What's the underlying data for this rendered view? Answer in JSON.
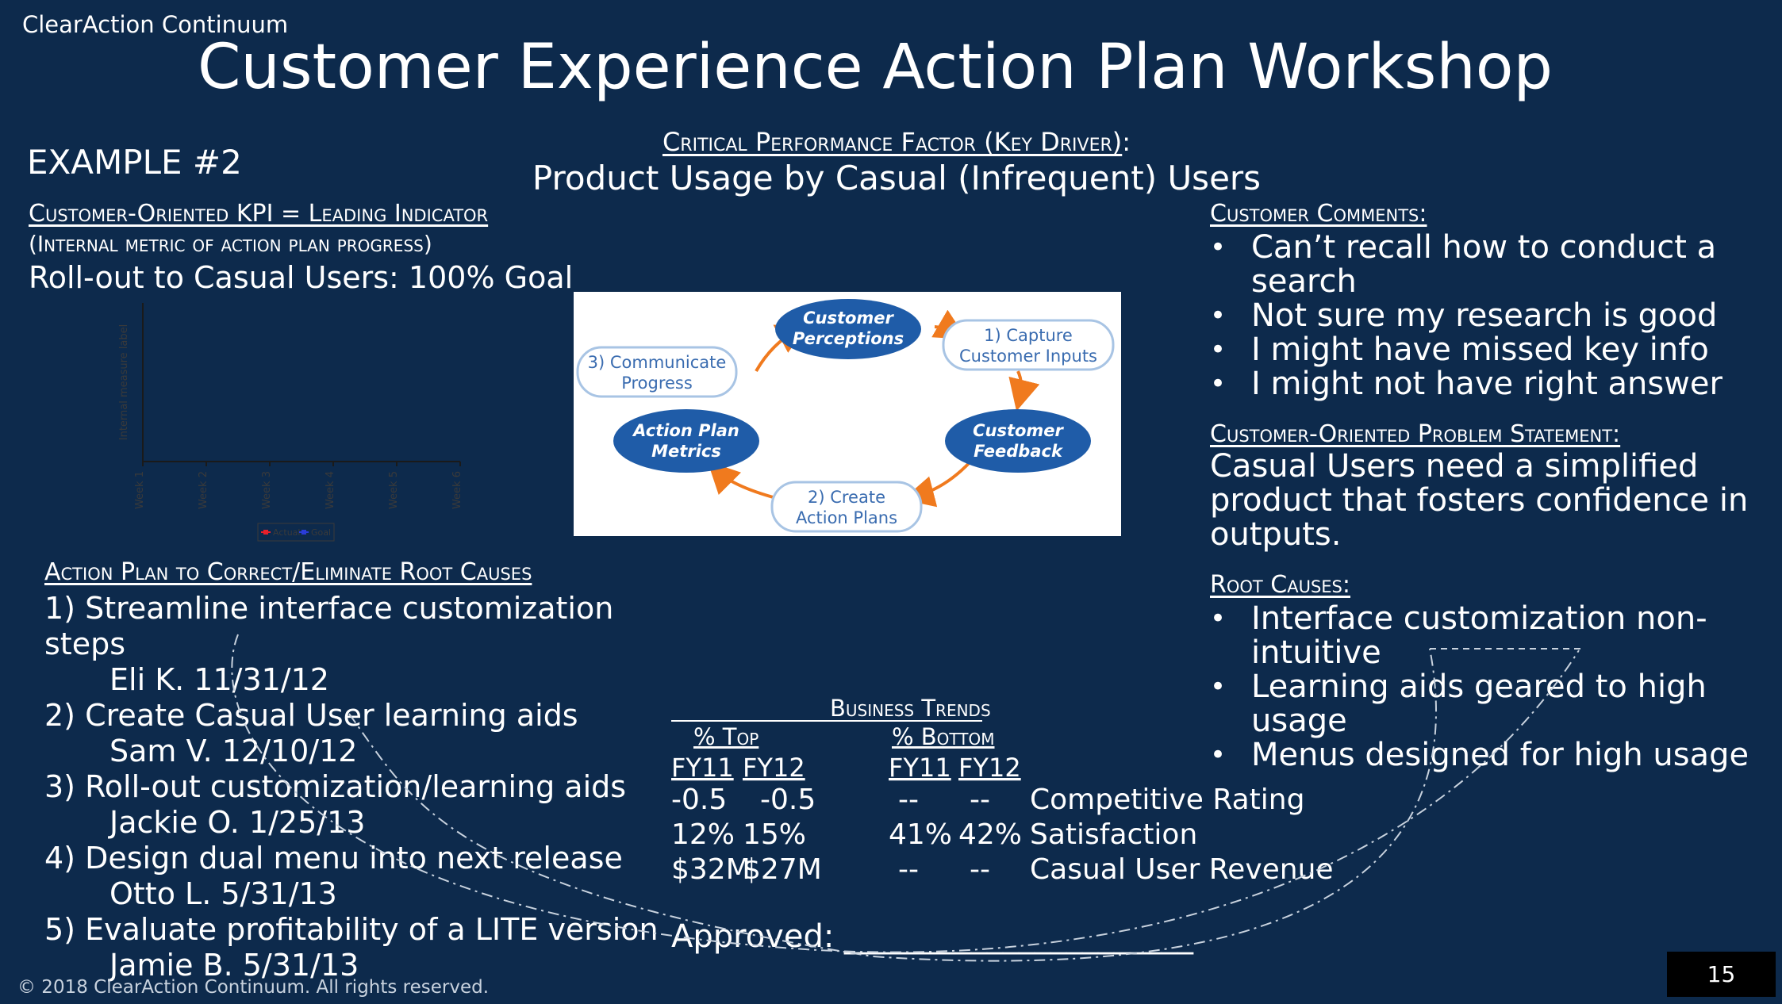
{
  "header": {
    "company": "ClearAction Continuum",
    "title": "Customer Experience Action Plan Workshop"
  },
  "example_label": "EXAMPLE #2",
  "cpf": {
    "label": "Critical Performance Factor (Key Driver)",
    "value": "Product Usage by Casual (Infrequent) Users"
  },
  "kpi": {
    "label": "Customer-Oriented KPI = Leading Indicator",
    "sublabel": "(Internal metric of action plan progress)",
    "goal": "Roll-out to Casual Users: 100% Goal"
  },
  "chart_data": {
    "type": "line",
    "categories": [
      "Week 1",
      "Week 2",
      "Week 3",
      "Week 4",
      "Week 5",
      "Week 6"
    ],
    "ylabel": "Internal measure label",
    "series": [
      {
        "name": "Actual",
        "values": [],
        "color": "#e8202a"
      },
      {
        "name": "Goal",
        "values": [],
        "color": "#2a3cd8"
      }
    ],
    "legend": "bottom"
  },
  "cycle": {
    "nodes": {
      "perceptions": "Customer Perceptions",
      "capture": "1) Capture Customer Inputs",
      "feedback": "Customer Feedback",
      "create": "2) Create Action Plans",
      "metrics": "Action Plan Metrics",
      "communicate": "3) Communicate Progress"
    },
    "colors": {
      "filled": "#1f5ca8",
      "outline": "#a8c4e4",
      "arrow": "#f07a1e",
      "text_outline": "#3a6cb0"
    }
  },
  "comments": {
    "label": "Customer Comments:",
    "items": [
      "Can’t recall how to conduct a search",
      "Not sure my research is good",
      "I might have missed key info",
      "I might not have right answer"
    ]
  },
  "problem": {
    "label": "Customer-Oriented Problem Statement:",
    "text": "Casual Users need a simplified product that fosters confidence in outputs."
  },
  "roots": {
    "label": "Root Causes:",
    "items": [
      "Interface customization non-intuitive",
      "Learning aids geared to high usage",
      "Menus designed for high usage"
    ]
  },
  "plan": {
    "label": "Action Plan to Correct/Eliminate Root Causes",
    "items": [
      {
        "action": "1) Streamline interface customization steps",
        "owner": "Eli K. 11/31/12"
      },
      {
        "action": "2) Create Casual User learning aids",
        "owner": "Sam V. 12/10/12"
      },
      {
        "action": "3) Roll-out customization/learning aids",
        "owner": "Jackie O. 1/25/13"
      },
      {
        "action": "4) Design dual menu into next release",
        "owner": "Otto L. 5/31/13"
      },
      {
        "action": "5) Evaluate profitability of a LITE version",
        "owner": "Jamie B.  5/31/13"
      }
    ]
  },
  "trends": {
    "title": "Business Trends",
    "top_label": "% Top",
    "bottom_label": "% Bottom",
    "years": [
      "FY11",
      "FY12"
    ],
    "rows": [
      {
        "top": [
          "-0.5",
          "-0.5"
        ],
        "bottom": [
          "--",
          "--"
        ],
        "metric": "Competitive Rating"
      },
      {
        "top": [
          "12%",
          "15%"
        ],
        "bottom": [
          "41%",
          "42%"
        ],
        "metric": "Satisfaction"
      },
      {
        "top": [
          "$32M",
          "$27M"
        ],
        "bottom": [
          "--",
          "--"
        ],
        "metric": "Casual User Revenue"
      }
    ]
  },
  "approved": "Approved: ______________________",
  "footer": "© 2018 ClearAction Continuum. All rights reserved.",
  "page_number": "15"
}
